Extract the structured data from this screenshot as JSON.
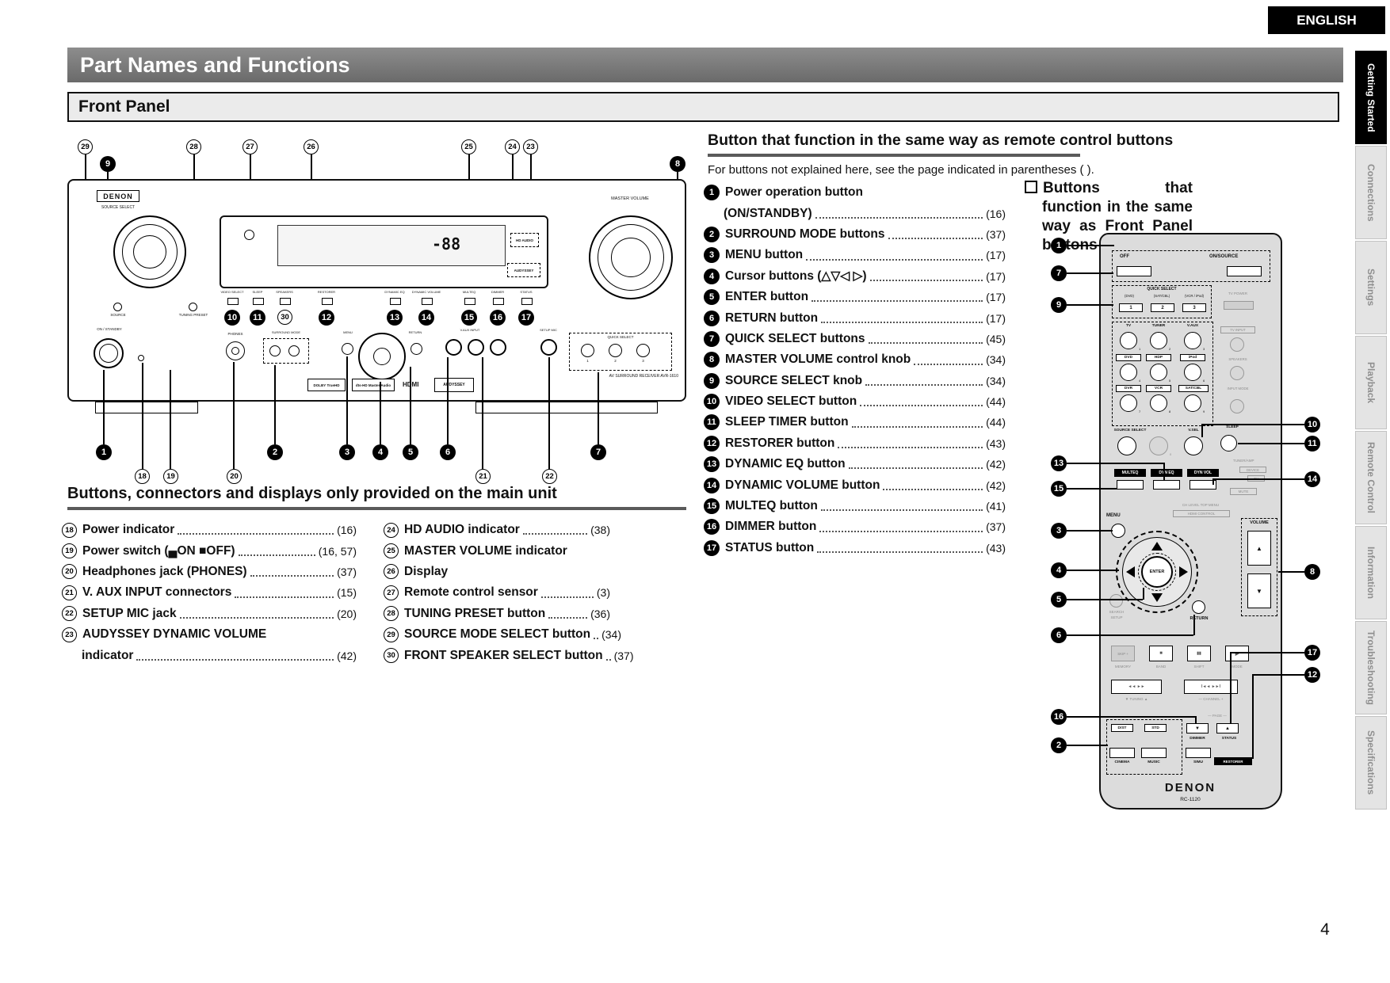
{
  "page": {
    "banner": "ENGLISH",
    "title": "Part Names and Functions",
    "section": "Front Panel",
    "page_number": "4"
  },
  "sidebar": {
    "tabs": [
      "Getting Started",
      "Connections",
      "Settings",
      "Playback",
      "Remote Control",
      "Information",
      "Troubleshooting",
      "Specifications"
    ]
  },
  "remote_section": {
    "heading": "Button that function in the same way as remote control buttons",
    "note": "For buttons not explained here, see the page indicated in parentheses (  ).",
    "items": [
      {
        "num": "1",
        "label": "Power operation button",
        "label2": "(ON/STANDBY)",
        "page": "(16)"
      },
      {
        "num": "2",
        "label": "SURROUND MODE buttons",
        "page": "(37)"
      },
      {
        "num": "3",
        "label": "MENU button",
        "page": "(17)"
      },
      {
        "num": "4",
        "label": "Cursor buttons (△▽◁ ▷)",
        "page": "(17)"
      },
      {
        "num": "5",
        "label": "ENTER button",
        "page": "(17)"
      },
      {
        "num": "6",
        "label": "RETURN button",
        "page": "(17)"
      },
      {
        "num": "7",
        "label": "QUICK SELECT buttons",
        "page": "(45)"
      },
      {
        "num": "8",
        "label": "MASTER VOLUME control knob",
        "page": "(34)"
      },
      {
        "num": "9",
        "label": "SOURCE SELECT knob",
        "page": "(34)"
      },
      {
        "num": "10",
        "label": "VIDEO SELECT button",
        "page": "(44)"
      },
      {
        "num": "11",
        "label": "SLEEP TIMER button",
        "page": "(44)"
      },
      {
        "num": "12",
        "label": "RESTORER button",
        "page": "(43)"
      },
      {
        "num": "13",
        "label": "DYNAMIC EQ button",
        "page": "(42)"
      },
      {
        "num": "14",
        "label": "DYNAMIC VOLUME button",
        "page": "(42)"
      },
      {
        "num": "15",
        "label": "MULTEQ button",
        "page": "(41)"
      },
      {
        "num": "16",
        "label": "DIMMER button",
        "page": "(37)"
      },
      {
        "num": "17",
        "label": "STATUS button",
        "page": "(43)"
      }
    ]
  },
  "front_equiv": {
    "heading": "Buttons that function in the same way as Front Panel buttons"
  },
  "main_unit_section": {
    "heading": "Buttons, connectors and displays only provided on the main unit",
    "left": [
      {
        "num": "18",
        "label": "Power indicator",
        "page": "(16)"
      },
      {
        "num": "19",
        "label": "Power switch (▄ON ■OFF)",
        "page": "(16, 57)"
      },
      {
        "num": "20",
        "label": "Headphones jack (PHONES)",
        "page": "(37)"
      },
      {
        "num": "21",
        "label": "V. AUX INPUT connectors",
        "page": "(15)"
      },
      {
        "num": "22",
        "label": "SETUP MIC jack",
        "page": "(20)"
      },
      {
        "num": "23",
        "label": "AUDYSSEY DYNAMIC VOLUME",
        "label2": "indicator",
        "page": "(42)"
      }
    ],
    "right": [
      {
        "num": "24",
        "label": "HD AUDIO indicator",
        "page": "(38)"
      },
      {
        "num": "25",
        "label": "MASTER VOLUME indicator",
        "page": ""
      },
      {
        "num": "26",
        "label": "Display",
        "page": ""
      },
      {
        "num": "27",
        "label": "Remote control sensor",
        "page": "(3)"
      },
      {
        "num": "28",
        "label": "TUNING PRESET button",
        "page": "(36)"
      },
      {
        "num": "29",
        "label": "SOURCE MODE SELECT button",
        "page": "(34)"
      },
      {
        "num": "30",
        "label": "FRONT SPEAKER SELECT button",
        "page": "(37)"
      }
    ]
  },
  "front_panel": {
    "brand": "DENON",
    "source_select": "SOURCE SELECT",
    "master_volume": "MASTER VOLUME",
    "display_value": "-88",
    "on_standby": "ON / STANDBY",
    "source": "SOURCE",
    "tuning_preset": "TUNING PRESET",
    "phones": "PHONES",
    "surround_mode": "SURROUND MODE",
    "menu": "MENU",
    "return": "RETURN",
    "vaux": "V.AUX INPUT",
    "setup_mic": "SETUP MIC",
    "quick_select": "QUICK SELECT",
    "qs": [
      "1",
      "2",
      "3"
    ],
    "hd_audio": "HD AUDIO",
    "audyssey_ind": "AUDYSSEY",
    "keys": [
      "VIDEO SELECT",
      "SLEEP",
      "SPEAKERS",
      "RESTORER",
      "DYNAMIC EQ",
      "DYNAMIC VOLUME",
      "MULTEQ",
      "DIMMER",
      "STATUS"
    ],
    "logo_dolby": "DOLBY TrueHD",
    "logo_dts": "dts-HD Master Audio",
    "logo_hdmi": "HDMI",
    "logo_audyssey": "AUDYSSEY",
    "model_text": "AV SURROUND RECEIVER AVR-1610",
    "callouts_top": [
      "29",
      "9",
      "28",
      "27",
      "26",
      "25",
      "24",
      "23",
      "8"
    ],
    "callouts_mid": [
      "10",
      "11",
      "30",
      "12",
      "13",
      "14",
      "15",
      "16",
      "17"
    ],
    "callouts_bottom_f": [
      "1",
      "2",
      "3",
      "4",
      "5",
      "6",
      "7"
    ],
    "callouts_bottom_o": [
      "18",
      "19",
      "20",
      "21",
      "22"
    ]
  },
  "remote": {
    "brand": "DENON",
    "model": "RC-1120",
    "off": "OFF",
    "on_source": "ON/SOURCE",
    "quick_select": "QUICK SELECT",
    "qs_dvd": "(DVD)",
    "qs_sat": "(SAT/CBL)",
    "qs_vcr": "(VCR / iPod)",
    "qs_n": [
      "1",
      "2",
      "3"
    ],
    "tv_power": "TV POWER",
    "src": [
      "TV",
      "TUNER",
      "V.AUX",
      "DVD",
      "HDP",
      "iPod",
      "DVR",
      "VCR",
      "SAT/CBL"
    ],
    "subs": [
      "1",
      "2",
      "3",
      "4",
      "5",
      "6",
      "7",
      "8",
      "9"
    ],
    "tv_input": "TV INPUT",
    "speakers": "SPEAKERS",
    "input_mode": "INPUT MODE",
    "source_select": "SOURCE SELECT",
    "zero": "0",
    "v_sel": "V.SEL",
    "sleep": "SLEEP",
    "tuner_amp": "TUNER/AMP",
    "device": "DEVICE",
    "tv": "TV",
    "multeq": "MULTEQ",
    "dyn_eq": "DYN EQ",
    "dyn_vol": "DYN VOL",
    "mute": "MUTE",
    "ch_level": "CH LEVEL  TOP MENU",
    "hdmi_control": "HDMI CONTROL",
    "menu": "MENU",
    "volume": "VOLUME",
    "up": "▲",
    "down": "▼",
    "enter": "ENTER",
    "return": "RETURN",
    "search": "SEARCH",
    "setup": "SETUP",
    "skip": "SKIP +",
    "stop": "■",
    "pause": "▮▮",
    "play": "▶",
    "memory": "MEMORY",
    "band": "BAND",
    "shift": "SHIFT",
    "mode": "MODE",
    "rew_ff": "◄◄  ►►",
    "prev_next": "I◄◄  ►►I",
    "tuning": "▼ TUNING ▲",
    "channel": "— CHANNEL +",
    "page": "— PAGE —",
    "dimmer": "DIMMER",
    "status": "STATUS",
    "dst": "D/ST",
    "std": "STD",
    "cinema": "CINEMA",
    "music": "MUSIC",
    "simu": "SIMU",
    "restorer": "RESTORER",
    "callouts_left": [
      "1",
      "7",
      "9",
      "13",
      "15",
      "3",
      "4",
      "5",
      "6",
      "16",
      "2"
    ],
    "callouts_right": [
      "10",
      "11",
      "14",
      "8",
      "17",
      "12"
    ]
  }
}
